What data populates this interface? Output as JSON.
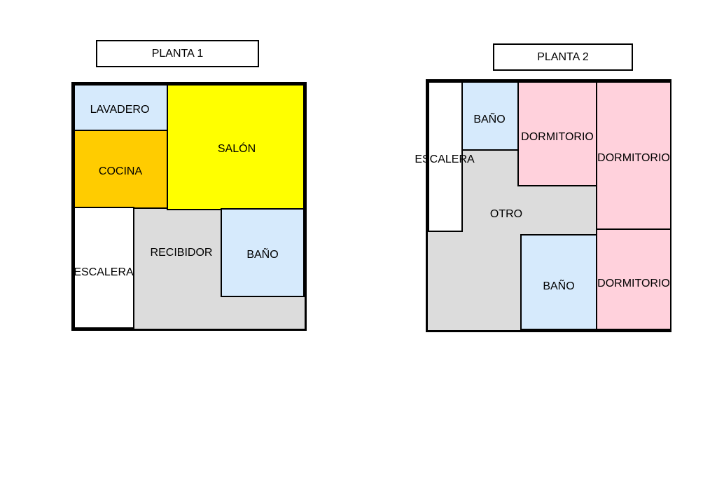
{
  "colors": {
    "light_blue": "#d6eafc",
    "orange": "#ffcc00",
    "yellow": "#ffff00",
    "white": "#ffffff",
    "gray": "#dcdcdc",
    "pink": "#ffd1dc"
  },
  "plan1": {
    "title": "PLANTA 1",
    "rooms": {
      "lavadero": "LAVADERO",
      "salon": "SALÓN",
      "cocina": "COCINA",
      "escalera": "ESCALERA",
      "recibidor": "RECIBIDOR",
      "bano": "BAÑO"
    }
  },
  "plan2": {
    "title": "PLANTA 2",
    "rooms": {
      "escalera": "ESCALERA",
      "bano_top": "BAÑO",
      "dormitorio_mid": "DORMITORIO",
      "dormitorio_right_top": "DORMITORIO",
      "otro": "OTRO",
      "bano_bottom": "BAÑO",
      "dormitorio_right_bottom": "DORMITORIO"
    }
  }
}
